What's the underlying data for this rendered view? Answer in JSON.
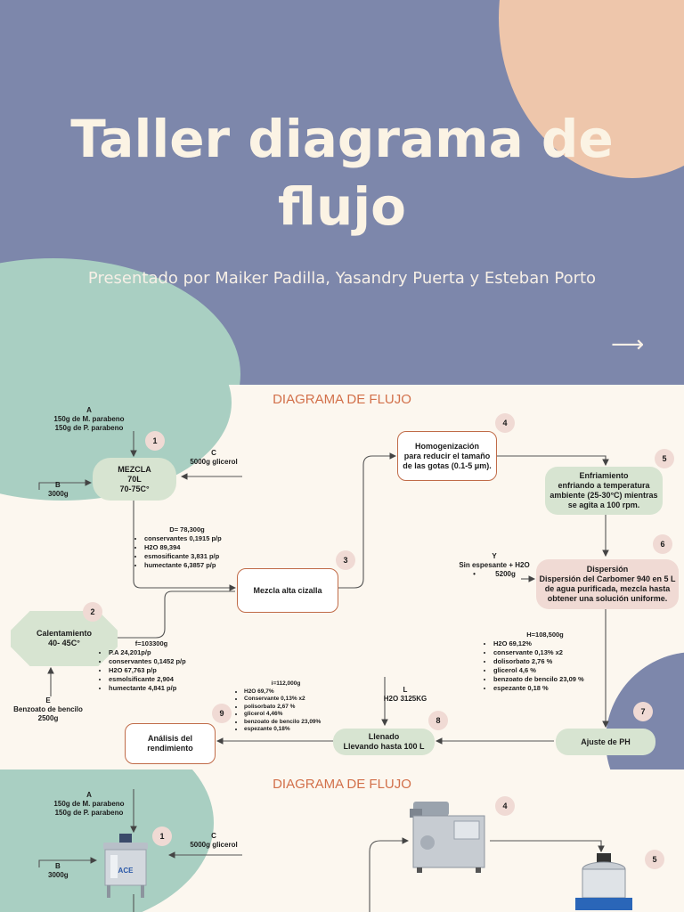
{
  "hero": {
    "title": "Taller diagrama de flujo",
    "subtitle": "Presentado por Maiker Padilla, Yasandry Puerta y Esteban Porto",
    "next_arrow": "⟶"
  },
  "colors": {
    "accent": "#d2704a",
    "hero_bg": "#7d87ab",
    "peach": "#eec6ab",
    "mint": "#a9cfc2",
    "cream": "#fcf7ef"
  },
  "slide1": {
    "heading": "DIAGRAMA DE FLUJO",
    "input_a": {
      "letter": "A",
      "lines": [
        "150g de M. parabeno",
        "150g de P. parabeno"
      ]
    },
    "input_b": {
      "letter": "B",
      "value": "3000g"
    },
    "input_c": {
      "letter": "C",
      "value": "5000g glicerol"
    },
    "input_e": {
      "letter": "E",
      "lines": [
        "Benzoato de bencilo",
        "2500g"
      ]
    },
    "input_y": {
      "letter": "Y",
      "line1": "Sin espesante + H2O",
      "line2": "5200g"
    },
    "input_l": {
      "letter": "L",
      "value": "H2O 3125KG"
    },
    "nodes": {
      "mezcla": {
        "lines": [
          "MEZCLA",
          "70L",
          "70-75C°"
        ]
      },
      "calentamiento": {
        "lines": [
          "Calentamiento",
          "40- 45C°"
        ]
      },
      "alta_cizalla": {
        "label": "Mezcla alta cizalla"
      },
      "homogenizacion": {
        "lines": [
          "Homogenización",
          "para reducir el tamaño",
          "de las gotas (0.1-5 μm)."
        ]
      },
      "enfriamiento": {
        "lines": [
          "Enfriamiento",
          "enfriando a temperatura",
          "ambiente (25-30°C) mientras",
          "se agita a 100 rpm."
        ]
      },
      "dispersion": {
        "lines": [
          "Dispersión",
          "Dispersión del Carbomer 940 en 5 L",
          "de agua purificada, mezcla hasta",
          "obtener una solución uniforme."
        ]
      },
      "ajuste_ph": {
        "label": "Ajuste de PH"
      },
      "llenado": {
        "lines": [
          "Llenado",
          "Llevando hasta 100 L"
        ]
      },
      "analisis": {
        "lines": [
          "Análisis del",
          "rendimiento"
        ]
      }
    },
    "badges": [
      "1",
      "2",
      "3",
      "4",
      "5",
      "6",
      "7",
      "8",
      "9"
    ],
    "stream_d": {
      "head": "D= 78,300g",
      "items": [
        "conservantes 0,1915 p/p",
        "H2O 89,394",
        "esmosificante 3,831 p/p",
        "humectante 6,3857 p/p"
      ]
    },
    "stream_f": {
      "head": "f=103300g",
      "items": [
        "P.A 24,201p/p",
        "conservantes 0,1452 p/p",
        "H2O 67,763 p/p",
        "esmolsificante 2,904",
        "humectante 4,841 p/p"
      ]
    },
    "stream_h": {
      "head": "H=108,500g",
      "items": [
        "H2O 69,12%",
        "conservante 0,13% x2",
        "dolisorbato 2,76 %",
        "glicerol 4,6 %",
        "benzoato de bencilo 23,09 %",
        "espezante 0,18 %"
      ]
    },
    "stream_i": {
      "head": "i=112,000g",
      "items": [
        "H2O 69,7%",
        "Conservante 0,13% x2",
        "polisorbato 2,67 %",
        "glicerol 4,46%",
        "benzoato de bencilo 23,09%",
        "espezante 0,18%"
      ]
    }
  },
  "slide2": {
    "heading": "DIAGRAMA DE FLUJO",
    "input_a": {
      "letter": "A",
      "lines": [
        "150g de M. parabeno",
        "150g de P. parabeno"
      ]
    },
    "input_b": {
      "letter": "B",
      "value": "3000g"
    },
    "input_c": {
      "letter": "C",
      "value": "5000g glicerol"
    },
    "badges": [
      "1",
      "4",
      "5"
    ],
    "equipment": [
      "mixing-tank-icon",
      "homogenizer-icon",
      "jacketed-vessel-icon"
    ]
  }
}
